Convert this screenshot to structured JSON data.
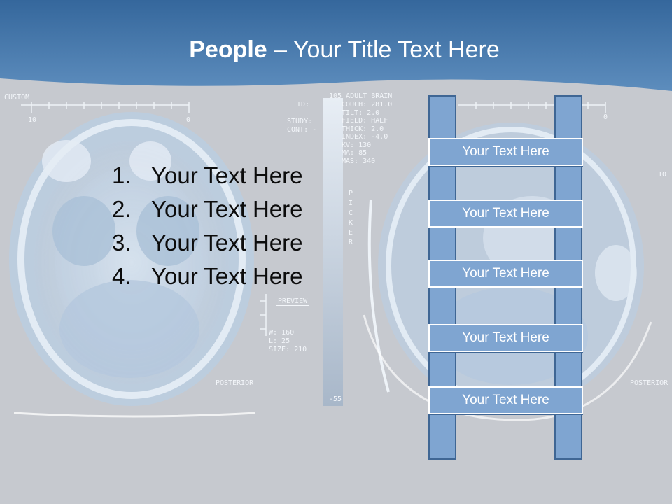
{
  "title": {
    "bold": "People",
    "rest": "– Your Title Text Here"
  },
  "list_items": [
    {
      "num": "1.",
      "text": "Your Text Here"
    },
    {
      "num": "2.",
      "text": "Your Text Here"
    },
    {
      "num": "3.",
      "text": "Your Text Here"
    },
    {
      "num": "4.",
      "text": "Your Text Here"
    }
  ],
  "ladder_steps": [
    "Your Text Here",
    "Your Text Here",
    "Your Text Here",
    "Your Text Here",
    "Your Text Here"
  ],
  "scan_text": {
    "custom_left": "CUSTOM",
    "ruler_left_a": "10",
    "ruler_left_b": "0",
    "id_label": "ID:",
    "study_label": "STUDY:",
    "cont_label": "CONT: -",
    "header_scan": "105 ADULT BRAIN",
    "params": [
      "COUCH: 281.0",
      "TILT: 2.0",
      "FIELD: HALF",
      "THICK: 2.0",
      "INDEX: -4.0",
      "KV: 130",
      "MA: 85",
      "MAS: 340"
    ],
    "preview": "PREVIEW",
    "wl": [
      "W: 160",
      "L: 25",
      "SIZE: 210"
    ],
    "posterior": "POSTERIOR",
    "bottom_value": "-55",
    "vert_letters": [
      "P",
      "I",
      "C",
      "K",
      "E",
      "R"
    ],
    "ruler_right": "0",
    "right_ten": "10"
  },
  "colors": {
    "background": "#c6c9cf",
    "header_blue": "#4a78a8",
    "ladder_fill": "#7fa5d1",
    "ladder_border": "#3f6694",
    "text_white": "#ffffff",
    "text_dark": "#0c0c0c"
  }
}
